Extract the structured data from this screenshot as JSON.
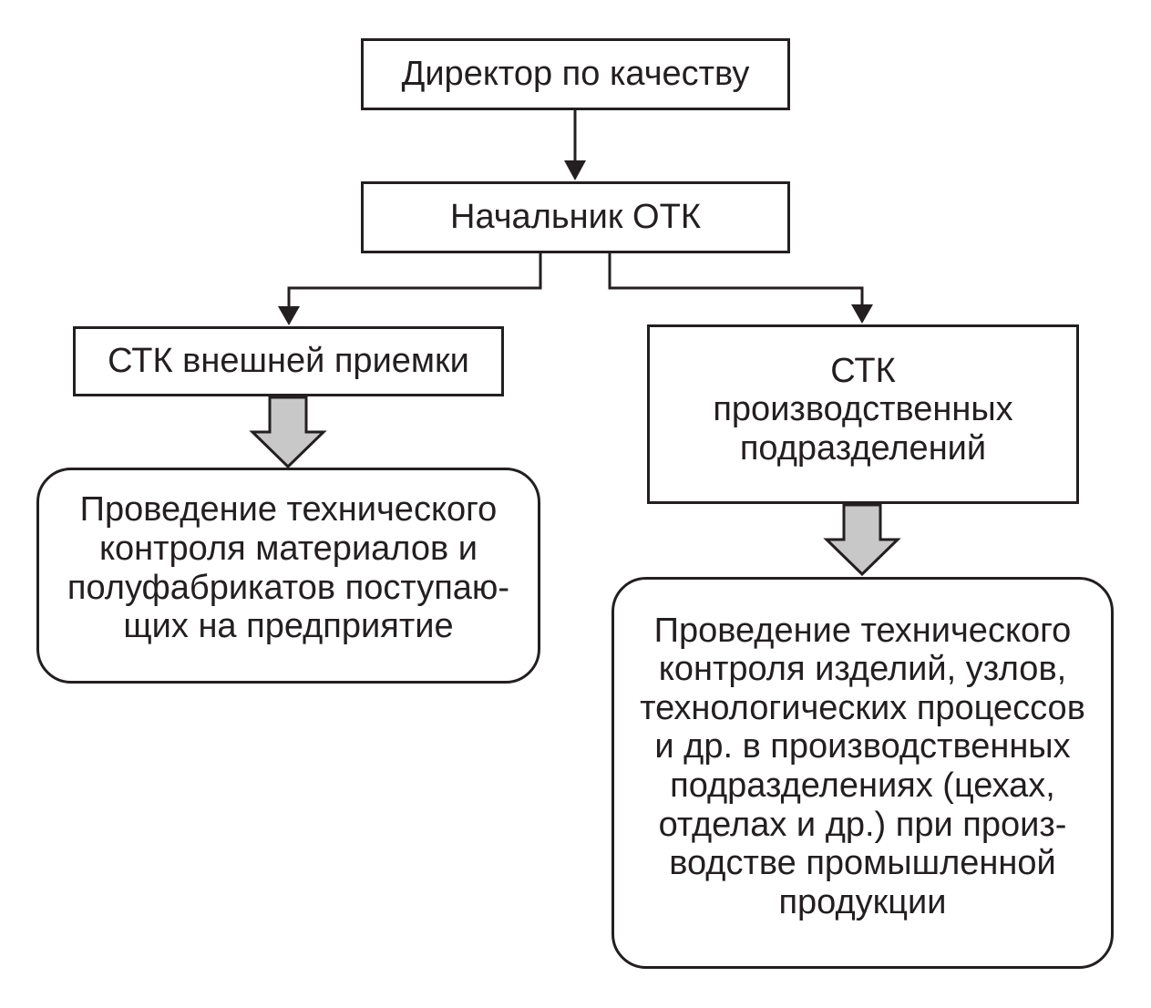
{
  "diagram": {
    "nodes": {
      "director": "Директор по качеству",
      "head_otk": "Начальник ОТК",
      "stk_external": "СТК внешней приемки",
      "stk_production": "СТК\nпроизводственных\nподразделений",
      "external_description": "Проведение технического\nконтроля материалов и\nполуфабрикатов поступаю-\nщих на предприятие",
      "production_description": "Проведение технического\nконтроля изделий, узлов,\nтехнологических процессов\nи др. в производственных\nподразделениях (цехах,\nотделах и др.) при произ-\nводстве промышленной\nпродукции"
    },
    "edges": [
      {
        "from": "director",
        "to": "head_otk",
        "style": "thin-arrow"
      },
      {
        "from": "head_otk",
        "to": "stk_external",
        "style": "thin-arrow"
      },
      {
        "from": "head_otk",
        "to": "stk_production",
        "style": "thin-arrow"
      },
      {
        "from": "stk_external",
        "to": "external_description",
        "style": "block-arrow"
      },
      {
        "from": "stk_production",
        "to": "production_description",
        "style": "block-arrow"
      }
    ],
    "colors": {
      "line": "#231f20",
      "block_arrow_fill": "#c8c8c8",
      "background": "#ffffff"
    }
  }
}
